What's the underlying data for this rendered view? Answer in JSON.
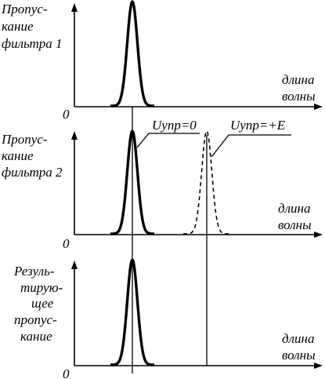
{
  "panels": [
    {
      "id": "filter1",
      "label_lines": [
        "Пропус-",
        "кание",
        "фильтра 1"
      ],
      "axis_label_lines": [
        "длина",
        "волны"
      ],
      "origin": "0"
    },
    {
      "id": "filter2",
      "label_lines": [
        "Пропус-",
        "кание",
        "фильтра 2"
      ],
      "axis_label_lines": [
        "длина",
        "волны"
      ],
      "origin": "0",
      "annotations": {
        "u_zero": "Uупр=0",
        "u_plus": "Uупр=+E"
      }
    },
    {
      "id": "result",
      "label_lines": [
        "Резуль-",
        "тирую-",
        "щее",
        "пропус-",
        "кание"
      ],
      "axis_label_lines": [
        "длина",
        "волны"
      ],
      "origin": "0"
    }
  ]
}
